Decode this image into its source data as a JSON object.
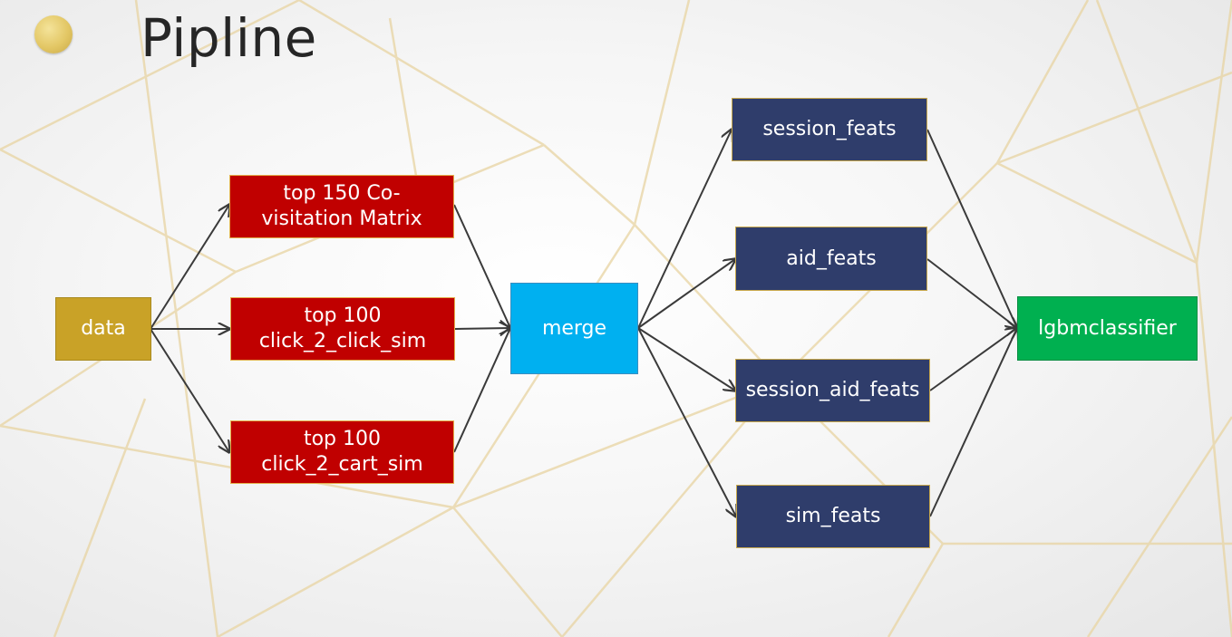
{
  "slide": {
    "title": "Pipline"
  },
  "nodes": {
    "data": "data",
    "covis": "top 150 Co-\nvisitation Matrix",
    "click_sim": "top 100\nclick_2_click_sim",
    "cart_sim": "top 100\nclick_2_cart_sim",
    "merge": "merge",
    "session_feats": "session_feats",
    "aid_feats": "aid_feats",
    "session_aid_feats": "session_aid_feats",
    "sim_feats": "sim_feats",
    "lgbm": "lgbmclassifier"
  },
  "colors": {
    "data": "#c9a227",
    "recall": "#c00000",
    "merge": "#00b0f0",
    "features": "#2f3d6b",
    "model": "#00b050",
    "arrow": "#3a3a3a"
  }
}
